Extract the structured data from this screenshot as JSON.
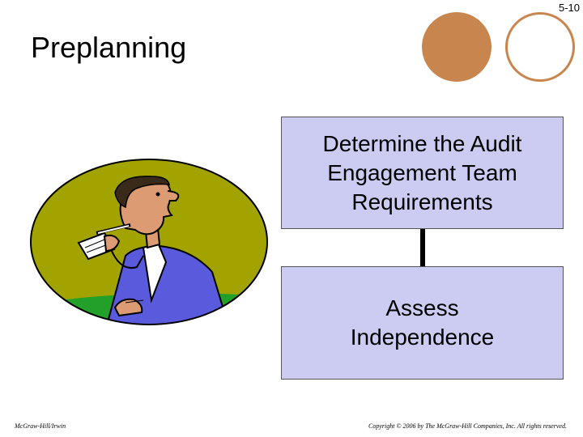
{
  "slide_number": "5-10",
  "title": "Preplanning",
  "steps": [
    {
      "label": "Determine the Audit Engagement Team Requirements"
    },
    {
      "label": "Assess Independence"
    }
  ],
  "footer": {
    "left": "McGraw-Hill/Irwin",
    "right": "Copyright © 2006 by The McGraw-Hill Companies, Inc. All rights reserved."
  },
  "colors": {
    "accent_circle": "#c8864e",
    "box_fill": "#ccccf2",
    "clipart_background": "#a3a300"
  },
  "illustration": "man-thinking-with-pen-and-notepad-icon"
}
